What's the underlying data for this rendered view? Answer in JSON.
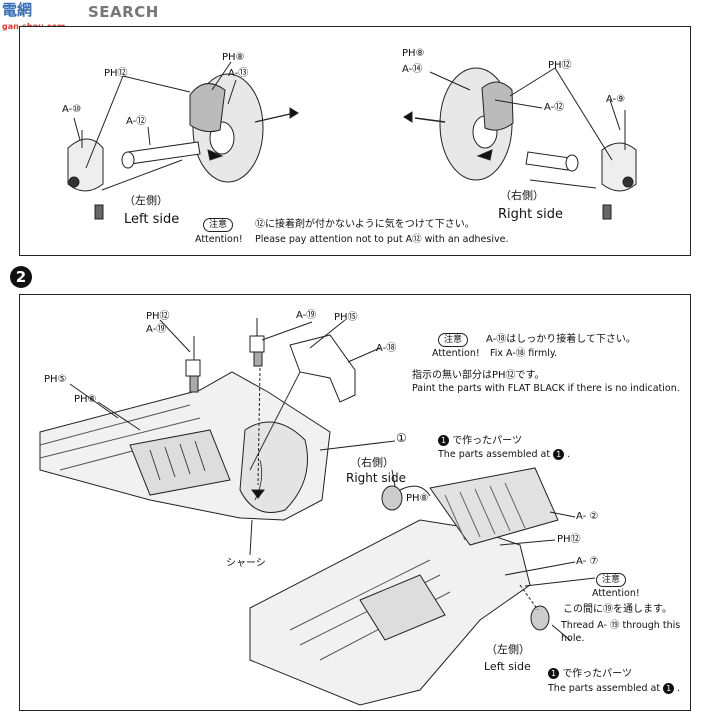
{
  "watermark": {
    "logo_text": "SEARCH",
    "brand_glyphs": "電網",
    "site_url": "gan-shou.com"
  },
  "step1": {
    "parts": {
      "ph8_left": "PH⑧",
      "ph12_left": "PH⑫",
      "a13": "A-⑬",
      "a10": "A-⑩",
      "a12_left": "A-⑫",
      "ph8_right": "PH⑧",
      "a14": "A-⑭",
      "ph12_right": "PH⑫",
      "a12_right": "A-⑫",
      "a9": "A-⑨"
    },
    "left_side_jp": "（左側）",
    "left_side_en": "Left side",
    "right_side_jp": "（右側）",
    "right_side_en": "Right side",
    "note_badge": "注意",
    "note_jp": "⑫に接着剤が付かないように気をつけて下さい。",
    "note_attention": "Attention!",
    "note_en": "Please pay attention not to put A⑫ with an adhesive."
  },
  "step2": {
    "step_number": "2",
    "parts": {
      "ph12_a": "PH⑫",
      "a19_a": "A-⑲",
      "a19_b": "A-⑲",
      "ph15": "PH⑮",
      "a18": "A-⑱",
      "ph5": "PH⑤",
      "ph8_a": "PH⑧",
      "a1": "①",
      "ph8_b": "PH⑧",
      "a2": "A- ②",
      "ph12_b": "PH⑫",
      "a7": "A- ⑦"
    },
    "note1_badge": "注意",
    "note1_jp": "A-⑱はしっかり接着して下さい。",
    "note1_attention": "Attention!",
    "note1_en": "Fix A-⑱ firmly.",
    "paint_jp": "指示の無い部分はPH⑫です。",
    "paint_en": "Paint the parts with FLAT BLACK  if there is no indication.",
    "assembled1_jp": "で作ったパーツ",
    "assembled1_en": "The parts assembled at",
    "right_side_jp": "（右側）",
    "right_side_en": "Right side",
    "chassis_jp": "シャーシ",
    "note2_badge": "注意",
    "note2_attention": "Attention!",
    "note2_jp": "この間に⑲を通します。",
    "note2_en_line1": "Thread A- ⑲ through this",
    "note2_en_line2": "hole.",
    "left_side_jp": "（左側）",
    "left_side_en": "Left side",
    "assembled2_jp": "で作ったパーツ",
    "assembled2_en": "The parts assembled at",
    "ref_step": "1"
  }
}
